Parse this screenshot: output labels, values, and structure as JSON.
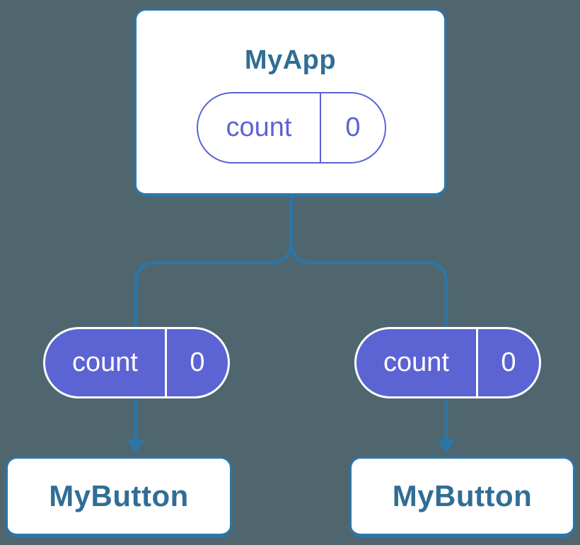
{
  "diagram": {
    "description": "React component tree diagram showing parent MyApp with count state passed to two MyButton children",
    "colors": {
      "background": "#4F666E",
      "connector": "#2B76A9",
      "node_background": "#FFFFFF",
      "node_text": "#316D96",
      "state_pill_fill": "#5C63D2",
      "state_pill_outline": "#5B63D4",
      "state_pill_text_on_fill": "#FFFFFF"
    },
    "nodes": {
      "root": {
        "label": "MyApp",
        "state": {
          "name": "count",
          "value": "0"
        }
      },
      "children": [
        {
          "label": "MyButton",
          "state": {
            "name": "count",
            "value": "0"
          }
        },
        {
          "label": "MyButton",
          "state": {
            "name": "count",
            "value": "0"
          }
        }
      ]
    }
  }
}
